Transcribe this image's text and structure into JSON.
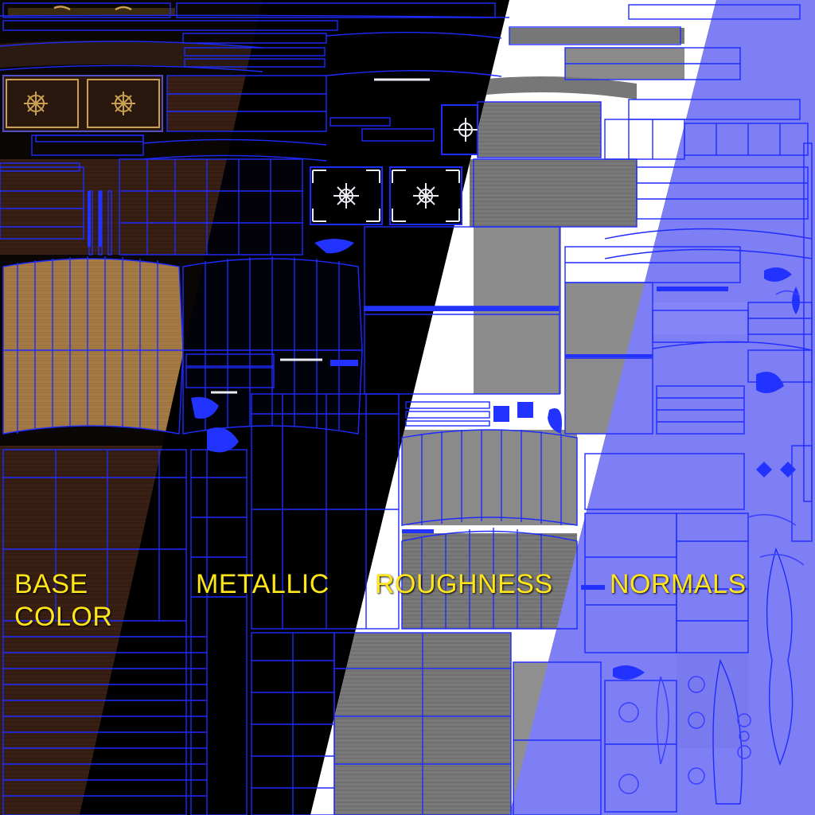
{
  "labels": {
    "base_color_line1": "BASE",
    "base_color_line2": "COLOR",
    "metallic": "METALLIC",
    "roughness": "ROUGHNESS",
    "normals": "NORMALS"
  },
  "colors": {
    "label_text": "#ffe61a",
    "wireframe": "#1e2bff",
    "wood_light": "#a67c45",
    "wood_dark": "#3a2014",
    "metallic_bg": "#000000",
    "roughness_gray": "#8a8a8a",
    "normals_blue": "#7d7cf4",
    "ornament_white": "#e8e8f0"
  }
}
